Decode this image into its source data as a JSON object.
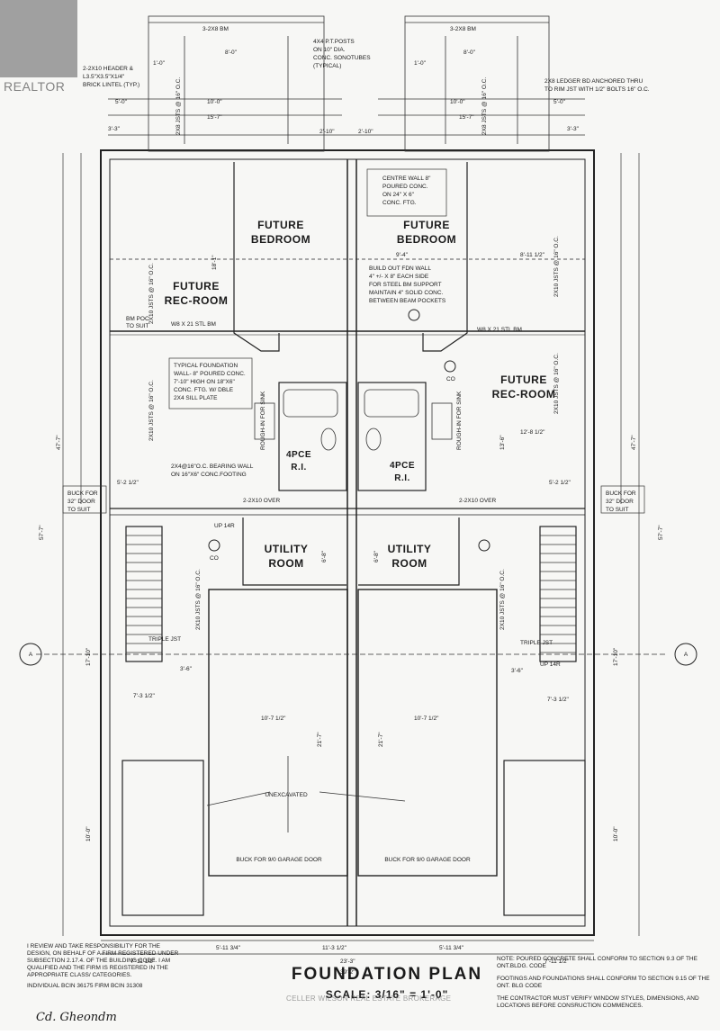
{
  "watermark": {
    "brand": "REALTOR",
    "footer": "CELLER WILSON REAL ESTATE BROKERAGE"
  },
  "title": {
    "main": "FOUNDATION PLAN",
    "scale": "SCALE: 3/16\" = 1'-0\""
  },
  "rooms": {
    "bedroom_left": [
      "FUTURE",
      "BEDROOM"
    ],
    "bedroom_right": [
      "FUTURE",
      "BEDROOM"
    ],
    "rec_left": [
      "FUTURE",
      "REC-ROOM"
    ],
    "rec_right": [
      "FUTURE",
      "REC-ROOM"
    ],
    "utility_left": [
      "UTILITY",
      "ROOM"
    ],
    "utility_right": [
      "UTILITY",
      "ROOM"
    ],
    "bath_left": [
      "4PCE",
      "R.I."
    ],
    "bath_right": [
      "4PCE",
      "R.I."
    ],
    "unexcavated": "UNEXCAVATED"
  },
  "notes": {
    "header": [
      "2-2X10 HEADER &",
      "L3.5\"X3.5\"X1/4\"",
      "BRICK LINTEL (TYP.)"
    ],
    "posts": [
      "4X4 P.T.POSTS",
      "ON 10\" DIA.",
      "CONC. SONOTUBES",
      "(TYPICAL)"
    ],
    "ledger": [
      "2X8 LEDGER BD ANCHORED THRU",
      "TO RIM JST WITH 1/2\" BOLTS 16\" O.C."
    ],
    "centre_wall": [
      "CENTRE WALL 8\"",
      "POURED CONC.",
      "ON 24\" X 6\"",
      "CONC. FTG."
    ],
    "build_out": [
      "BUILD OUT FDN WALL",
      "4\" +/- X 8\" EACH SIDE",
      "FOR STEEL BM SUPPORT",
      "MAINTAIN 4\" SOLID CONC.",
      "BETWEEN BEAM POCKETS"
    ],
    "typical_foundation": [
      "TYPICAL FOUNDATION",
      "WALL- 8\" POURED CONC.",
      "7'-10\" HIGH ON 18\"X6\"",
      "CONC. FTG. W/ DBLE",
      "2X4 SILL PLATE"
    ],
    "bearing_wall": [
      "2X4@16\"O.C. BEARING WALL",
      "ON 16\"X6\" CONC.FOOTING"
    ],
    "buck_left": [
      "BUCK FOR",
      "32\" DOOR",
      "TO SUIT"
    ],
    "buck_right": [
      "BUCK FOR",
      "32\" DOOR",
      "TO SUIT"
    ],
    "beam_left": "W8 X 21 STL BM",
    "beam_right": "W8 X 21 STL BM",
    "bm_poc": [
      "BM POC",
      "TO SUIT"
    ],
    "rough_in": "ROUGH-IN FOR SINK",
    "garage_buck": "BUCK FOR 9/0 GARAGE DOOR",
    "over": "2-2X10 OVER",
    "triple": "TRIPLE JST",
    "up": "UP 14R",
    "beam_top": "3-2X8 BM",
    "joists": "2X10 JSTS @ 16\" O.C.",
    "joists_small": "2X8 JSTS @ 16\" O.C.",
    "co": "CO"
  },
  "dimensions": {
    "d1_0": "1'-0\"",
    "d8_0": "8'-0\"",
    "d5_0": "5'-0\"",
    "d10_0": "10'-0\"",
    "d15_7": "15'-7\"",
    "d3_3": "3'-3\"",
    "d2_10": "2'-10\"",
    "d47_7": "47'-7\"",
    "d57_7": "57'-7\"",
    "d17_10": "17'-10\"",
    "d10_0b": "10'-0\"",
    "d10_7": "10'-7 1/2\"",
    "d21_7": "21'-7\"",
    "d5_11": "5'-11 3/4\"",
    "d11_3": "11'-3 1/2\"",
    "d7_11": "7'-11 1/2\"",
    "d23_3": "23'-3\"",
    "d39_2": "39'-2\"",
    "d18_1": "18'-1\"",
    "d13_6": "13'-6\"",
    "d8_11": "8'-11 1/2\"",
    "d12_8": "12'-8 1/2\"",
    "d5_2": "5'-2 1/2\"",
    "d3_6": "3'-6\"",
    "d7_3": "7'-3 1/2\"",
    "d6_8": "6'-8\"",
    "d9_4": "9'-4\""
  },
  "footer": {
    "right": [
      "NOTE:  POURED CONCRETE SHALL CONFORM TO SECTION 9.3 OF THE ONT.BLDG. CODE",
      "FOOTINGS AND FOUNDATIONS SHALL CONFORM TO SECTION 9.15 OF THE ONT. BLG CODE",
      "THE CONTRACTOR MUST VERIFY WINDOW STYLES, DIMENSIONS, AND LOCATIONS BEFORE CONSRUCTION COMMENCES."
    ],
    "left": "I REVIEW AND TAKE RESPONSIBILITY FOR THE DESIGN, ON BEHALF OF A FIRM REGISTERED UNDER SUBSECTION 2.17.4. OF THE BUILDING CODE. I AM QUALIFIED AND THE FIRM IS REGISTERED IN THE APPROPRIATE CLASS/ CATEGORIES.",
    "bcin": "INDIVIDUAL BCIN 36175   FIRM BCIN 31308",
    "signature": "Cd. Gheondm"
  }
}
